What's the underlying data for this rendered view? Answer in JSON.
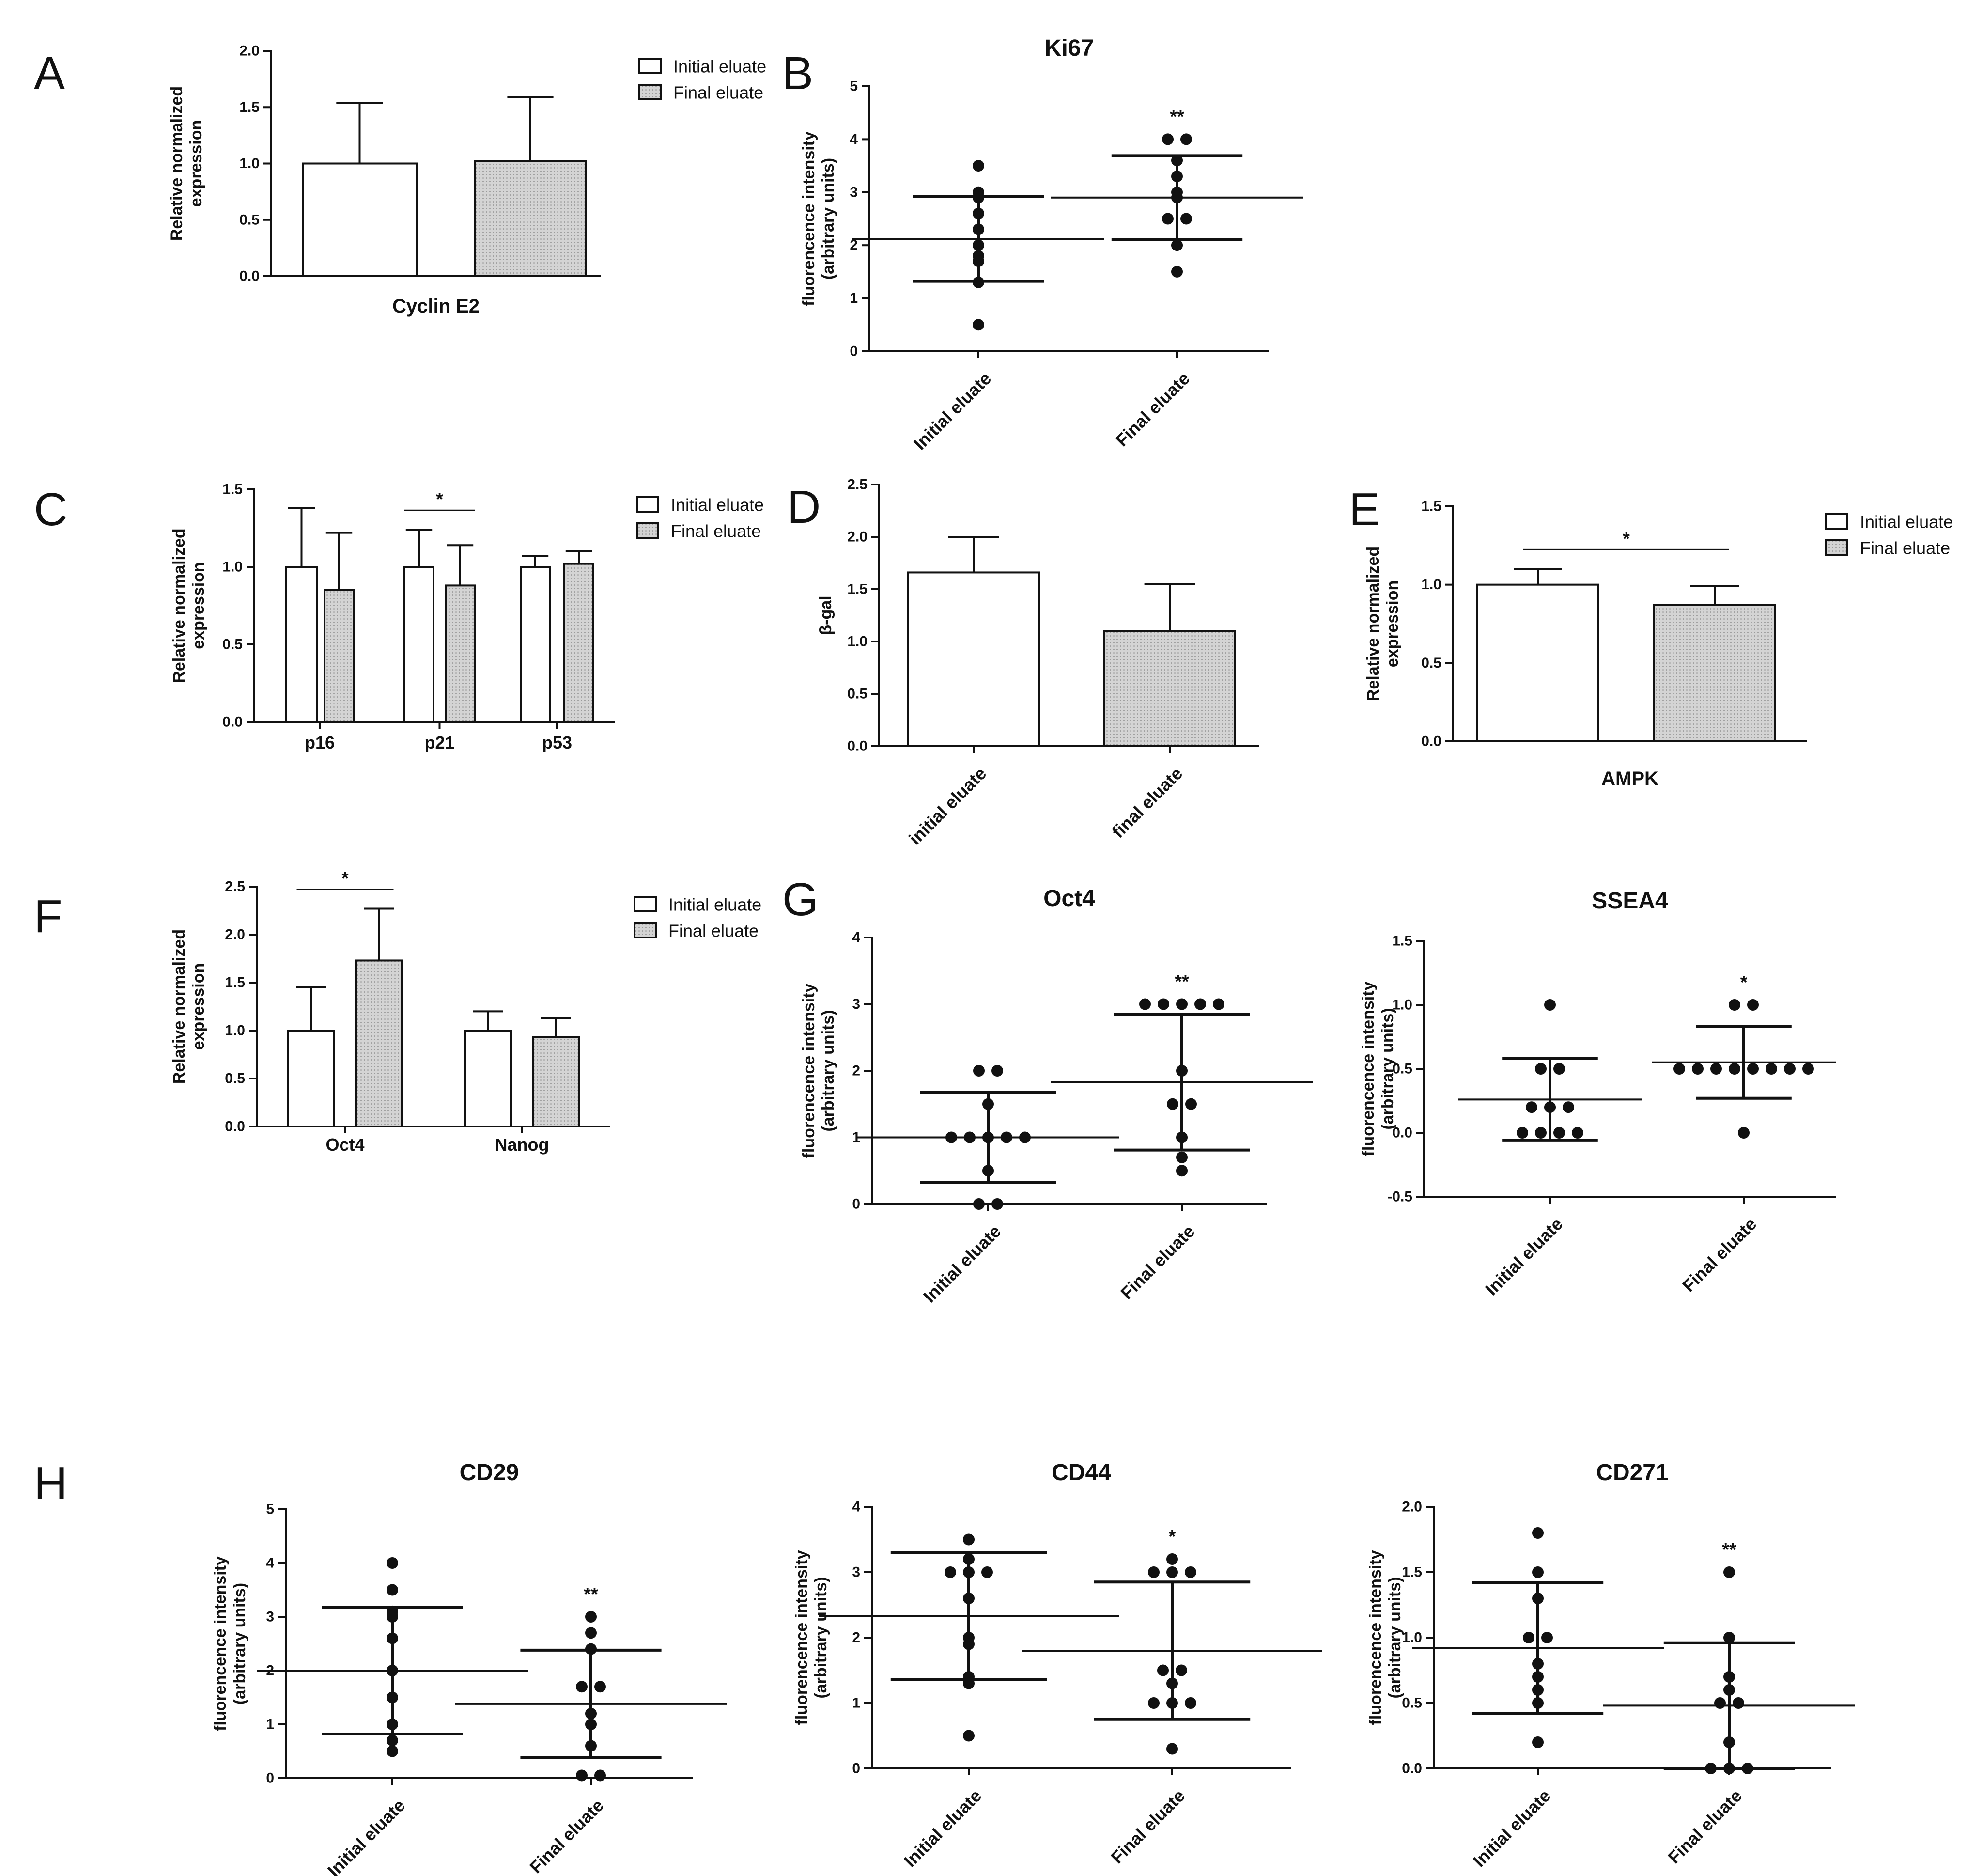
{
  "colors": {
    "ink": "#111111",
    "final_fill": "#d4d4d4",
    "initial_fill": "#ffffff"
  },
  "legend": {
    "initial": "Initial eluate",
    "final": "Final eluate"
  },
  "chart_data": [
    {
      "panel": "A",
      "type": "bar",
      "title": "",
      "xlabel": "Cyclin E2",
      "ylabel": [
        "Relative normalized",
        "expression"
      ],
      "ylim": [
        0,
        2.0
      ],
      "yticks": [
        "0.0",
        "0.5",
        "1.0",
        "1.5",
        "2.0"
      ],
      "categories": [
        ""
      ],
      "series": [
        {
          "name": "Initial eluate",
          "values": [
            1.0
          ],
          "errors": [
            0.54
          ]
        },
        {
          "name": "Final eluate",
          "values": [
            1.02
          ],
          "errors": [
            0.57
          ]
        }
      ],
      "significance": []
    },
    {
      "panel": "B",
      "type": "scatter",
      "title": "Ki67",
      "ylabel": [
        "fluorencence intensity",
        "(arbitrary units)"
      ],
      "ylim": [
        0,
        5
      ],
      "yticks": [
        "0",
        "1",
        "2",
        "3",
        "4",
        "5"
      ],
      "groups": [
        {
          "label": "Initial eluate",
          "mean": 2.12,
          "sd": 0.8,
          "points": [
            3.5,
            3.0,
            2.9,
            2.6,
            2.3,
            2.0,
            1.8,
            1.7,
            1.3,
            0.5
          ]
        },
        {
          "label": "Final eluate",
          "mean": 2.9,
          "sd": 0.79,
          "points": [
            4.0,
            4.0,
            3.6,
            3.3,
            3.0,
            2.9,
            2.5,
            2.5,
            2.0,
            1.5
          ]
        }
      ],
      "significance": [
        "",
        "**"
      ]
    },
    {
      "panel": "C",
      "type": "bar",
      "title": "",
      "xlabel": "",
      "ylabel": [
        "Relative normalized",
        "expression"
      ],
      "ylim": [
        0,
        1.5
      ],
      "yticks": [
        "0.0",
        "0.5",
        "1.0",
        "1.5"
      ],
      "categories": [
        "p16",
        "p21",
        "p53"
      ],
      "series": [
        {
          "name": "Initial eluate",
          "values": [
            1.0,
            1.0,
            1.0
          ],
          "errors": [
            0.38,
            0.24,
            0.07
          ]
        },
        {
          "name": "Final eluate",
          "values": [
            0.85,
            0.88,
            1.02
          ],
          "errors": [
            0.37,
            0.26,
            0.08
          ]
        }
      ],
      "significance": [
        {
          "category": "p21",
          "label": "*"
        }
      ]
    },
    {
      "panel": "D",
      "type": "bar",
      "title": "",
      "xlabel": "",
      "ylabel": [
        "β-gal"
      ],
      "ylim": [
        0,
        2.5
      ],
      "yticks": [
        "0.0",
        "0.5",
        "1.0",
        "1.5",
        "2.0",
        "2.5"
      ],
      "categories": [
        "initial eluate",
        "final eluate"
      ],
      "series": [
        {
          "name": "",
          "values": [
            1.66,
            1.1
          ],
          "errors": [
            0.34,
            0.45
          ]
        }
      ],
      "significance": []
    },
    {
      "panel": "E",
      "type": "bar",
      "title": "",
      "xlabel": "AMPK",
      "ylabel": [
        "Relative normalized",
        "expression"
      ],
      "ylim": [
        0,
        1.5
      ],
      "yticks": [
        "0.0",
        "0.5",
        "1.0",
        "1.5"
      ],
      "categories": [
        ""
      ],
      "series": [
        {
          "name": "Initial eluate",
          "values": [
            1.0
          ],
          "errors": [
            0.1
          ]
        },
        {
          "name": "Final eluate",
          "values": [
            0.87
          ],
          "errors": [
            0.12
          ]
        }
      ],
      "significance": [
        {
          "category": "",
          "label": "*"
        }
      ]
    },
    {
      "panel": "F",
      "type": "bar",
      "title": "",
      "xlabel": "",
      "ylabel": [
        "Relative normalized",
        "expression"
      ],
      "ylim": [
        0,
        2.5
      ],
      "yticks": [
        "0.0",
        "0.5",
        "1.0",
        "1.5",
        "2.0",
        "2.5"
      ],
      "categories": [
        "Oct4",
        "Nanog"
      ],
      "series": [
        {
          "name": "Initial eluate",
          "values": [
            1.0,
            1.0
          ],
          "errors": [
            0.45,
            0.2
          ]
        },
        {
          "name": "Final eluate",
          "values": [
            1.73,
            0.93
          ],
          "errors": [
            0.54,
            0.2
          ]
        }
      ],
      "significance": [
        {
          "category": "Oct4",
          "label": "*"
        }
      ]
    },
    {
      "panel": "G",
      "type": "scatter",
      "title": "Oct4",
      "ylabel": [
        "fluorencence intensity",
        "(arbitrary units)"
      ],
      "ylim": [
        0,
        4
      ],
      "yticks": [
        "0",
        "1",
        "2",
        "3",
        "4"
      ],
      "groups": [
        {
          "label": "Initial eluate",
          "mean": 1.0,
          "sd": 0.68,
          "points": [
            2,
            2,
            1.5,
            1,
            1,
            1,
            1,
            1,
            0.5,
            0,
            0
          ]
        },
        {
          "label": "Final eluate",
          "mean": 1.83,
          "sd": 1.02,
          "points": [
            3,
            3,
            3,
            3,
            3,
            2,
            1.5,
            1.5,
            1,
            0.7,
            0.5
          ]
        }
      ],
      "significance": [
        "",
        "**"
      ]
    },
    {
      "panel": "",
      "type": "scatter",
      "title": "SSEA4",
      "ylabel": [
        "fluorencence intensity",
        "(arbitrary units)"
      ],
      "ylim": [
        -0.5,
        1.5
      ],
      "yticks": [
        "-0.5",
        "0.0",
        "0.5",
        "1.0",
        "1.5"
      ],
      "groups": [
        {
          "label": "Initial eluate",
          "mean": 0.26,
          "sd": 0.32,
          "points": [
            1.0,
            0.5,
            0.5,
            0.2,
            0.2,
            0.2,
            0,
            0,
            0,
            0
          ]
        },
        {
          "label": "Final eluate",
          "mean": 0.55,
          "sd": 0.28,
          "points": [
            1.0,
            1.0,
            0.5,
            0.5,
            0.5,
            0.5,
            0.5,
            0.5,
            0.5,
            0.5,
            0
          ]
        }
      ],
      "significance": [
        "",
        "*"
      ]
    },
    {
      "panel": "H",
      "type": "scatter",
      "title": "CD29",
      "ylabel": [
        "fluorencence intensity",
        "(arbitrary units)"
      ],
      "ylim": [
        0,
        5
      ],
      "yticks": [
        "0",
        "1",
        "2",
        "3",
        "4",
        "5"
      ],
      "groups": [
        {
          "label": "Initial eluate",
          "mean": 2.0,
          "sd": 1.18,
          "points": [
            4.0,
            3.5,
            3.1,
            3.0,
            2.6,
            2.0,
            1.5,
            1.0,
            0.7,
            0.5
          ]
        },
        {
          "label": "Final eluate",
          "mean": 1.38,
          "sd": 1.0,
          "points": [
            3.0,
            2.7,
            2.4,
            1.7,
            1.7,
            1.2,
            1.0,
            0.6,
            0.05,
            0.05
          ]
        }
      ],
      "significance": [
        "",
        "**"
      ]
    },
    {
      "panel": "",
      "type": "scatter",
      "title": "CD44",
      "ylabel": [
        "fluorencence intensity",
        "(arbitrary units)"
      ],
      "ylim": [
        0,
        4
      ],
      "yticks": [
        "0",
        "1",
        "2",
        "3",
        "4"
      ],
      "groups": [
        {
          "label": "Initial eluate",
          "mean": 2.33,
          "sd": 0.97,
          "points": [
            3.5,
            3.2,
            3.0,
            3.0,
            3.0,
            2.6,
            2.0,
            1.9,
            1.4,
            1.3,
            0.5
          ]
        },
        {
          "label": "Final eluate",
          "mean": 1.8,
          "sd": 1.05,
          "points": [
            3.2,
            3.0,
            3.0,
            3.0,
            1.5,
            1.5,
            1.3,
            1.0,
            1.0,
            1.0,
            0.3
          ]
        }
      ],
      "significance": [
        "",
        "*"
      ]
    },
    {
      "panel": "",
      "type": "scatter",
      "title": "CD271",
      "ylabel": [
        "fluorencence intensity",
        "(arbitrary units)"
      ],
      "ylim": [
        0,
        2.0
      ],
      "yticks": [
        "0.0",
        "0.5",
        "1.0",
        "1.5",
        "2.0"
      ],
      "groups": [
        {
          "label": "Initial eluate",
          "mean": 0.92,
          "sd": 0.5,
          "points": [
            1.8,
            1.5,
            1.3,
            1.0,
            1.0,
            0.8,
            0.7,
            0.6,
            0.5,
            0.2
          ]
        },
        {
          "label": "Final eluate",
          "mean": 0.48,
          "sd": 0.48,
          "points": [
            1.5,
            1.0,
            0.7,
            0.6,
            0.5,
            0.5,
            0.2,
            0.0,
            0.0,
            0.0
          ]
        }
      ],
      "significance": [
        "",
        "**"
      ]
    }
  ]
}
